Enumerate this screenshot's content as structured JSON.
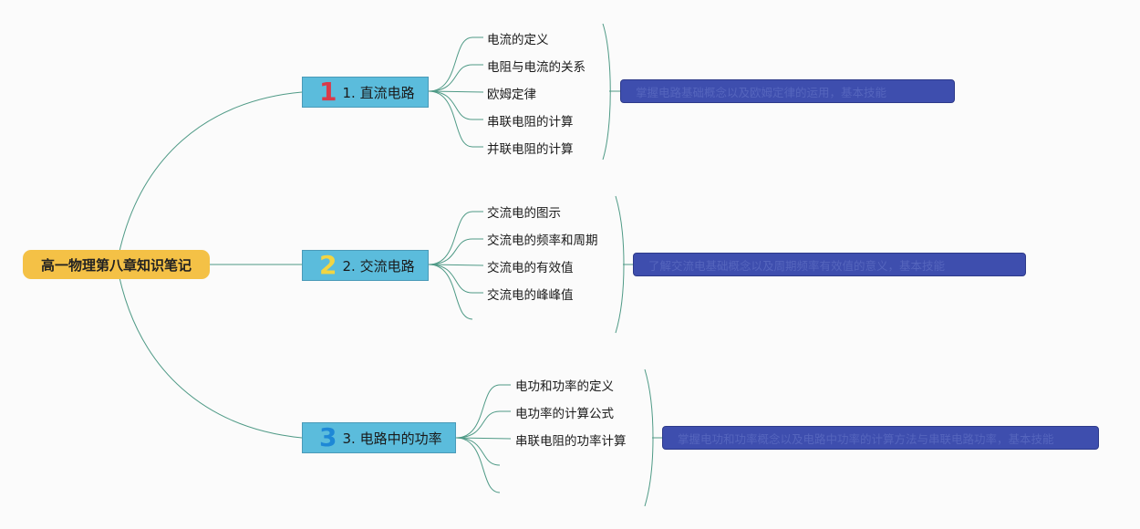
{
  "root": {
    "label": "高一物理第八章知识笔记"
  },
  "branches": [
    {
      "number": "1",
      "label": "1. 直流电路",
      "leaves": [
        "电流的定义",
        "电阻与电流的关系",
        "欧姆定律",
        "串联电阻的计算",
        "并联电阻的计算"
      ],
      "summary": "掌握电路基础概念以及欧姆定律的运用，基本技能"
    },
    {
      "number": "2",
      "label": "2. 交流电路",
      "leaves": [
        "交流电的图示",
        "交流电的频率和周期",
        "交流电的有效值",
        "交流电的峰峰值",
        ""
      ],
      "summary": "了解交流电基础概念以及周期频率有效值的意义，基本技能"
    },
    {
      "number": "3",
      "label": "3. 电路中的功率",
      "leaves": [
        "电功和功率的定义",
        "电功率的计算公式",
        "串联电阻的功率计算",
        "",
        ""
      ],
      "summary": "掌握电功和功率概念以及电路中功率的计算方法与串联电路功率，基本技能"
    }
  ],
  "colors": {
    "root_fill": "#f4c146",
    "branch_fill": "#5bbcdc",
    "summary_fill": "#3e4eae",
    "connector": "#4f9a86"
  }
}
